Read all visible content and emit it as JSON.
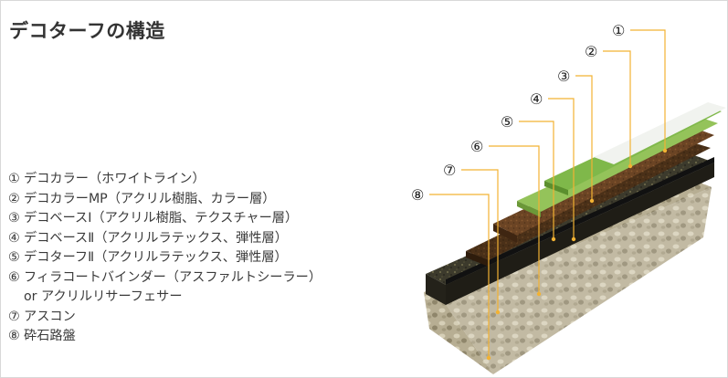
{
  "title": "デコターフの構造",
  "layers": [
    {
      "num": "①",
      "name": "デコカラー（ホワイトライン）"
    },
    {
      "num": "②",
      "name": "デコカラーMP（アクリル樹脂、カラー層）"
    },
    {
      "num": "③",
      "name": "デコベースⅠ（アクリル樹脂、テクスチャー層）"
    },
    {
      "num": "④",
      "name": "デコベースⅡ（アクリルラテックス、弾性層）"
    },
    {
      "num": "⑤",
      "name": "デコターフⅡ（アクリルラテックス、弾性層）"
    },
    {
      "num": "⑥",
      "name": "フィラコートバインダー（アスファルトシーラー）",
      "continuation": "or アクリルリサーフェサー"
    },
    {
      "num": "⑦",
      "name": "アスコン"
    },
    {
      "num": "⑧",
      "name": "砕石路盤"
    }
  ],
  "colors": {
    "callout_line": "#f2b233",
    "white_line": "#f1f3ef",
    "color_layer": "#7fb84a",
    "texture_layer": "#94c35a",
    "elastic_brown": "#6b4424",
    "turf_brown": "#4a3018",
    "asphalt": "#3c3a2c",
    "gravel": "#b7ae93"
  }
}
